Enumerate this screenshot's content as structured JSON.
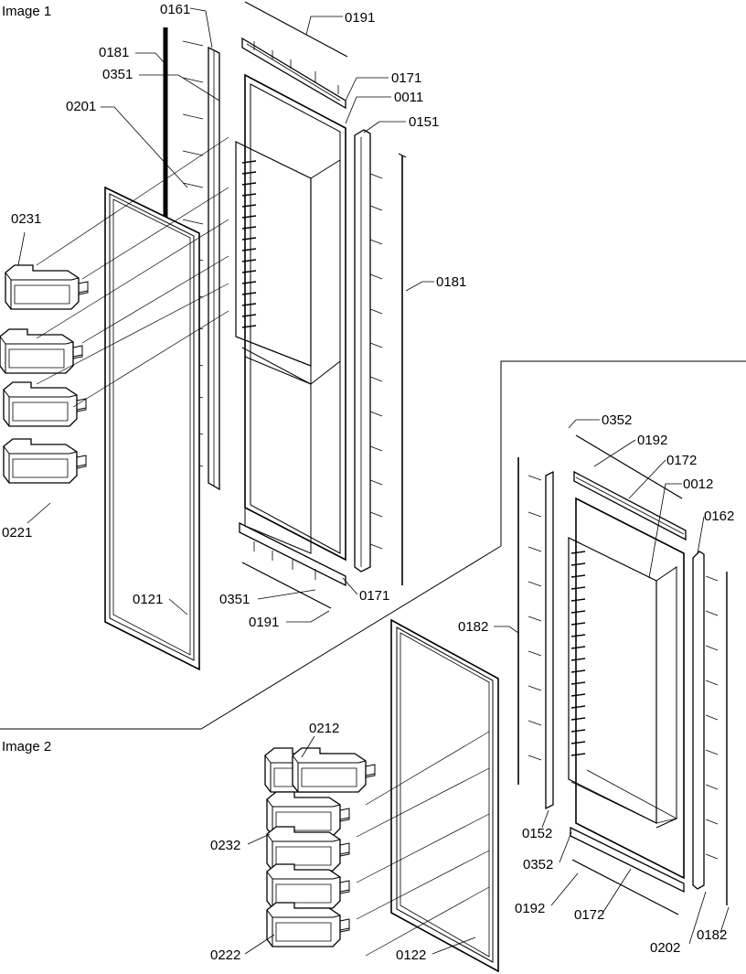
{
  "sections": {
    "image1": "Image 1",
    "image2": "Image 2"
  },
  "callouts": {
    "c0161": "0161",
    "c0191a": "0191",
    "c0181a": "0181",
    "c0351a": "0351",
    "c0171a": "0171",
    "c0011": "0011",
    "c0201": "0201",
    "c0151": "0151",
    "c0231": "0231",
    "c0181b": "0181",
    "c0221": "0221",
    "c0351b": "0351",
    "c0171b": "0171",
    "c0121": "0121",
    "c0191b": "0191",
    "c0352a": "0352",
    "c0192a": "0192",
    "c0172a": "0172",
    "c0012": "0012",
    "c0162": "0162",
    "c0182a": "0182",
    "c0212": "0212",
    "c0232": "0232",
    "c0152": "0152",
    "c0352b": "0352",
    "c0192b": "0192",
    "c0172b": "0172",
    "c0222": "0222",
    "c0122": "0122",
    "c0202": "0202",
    "c0182b": "0182"
  }
}
